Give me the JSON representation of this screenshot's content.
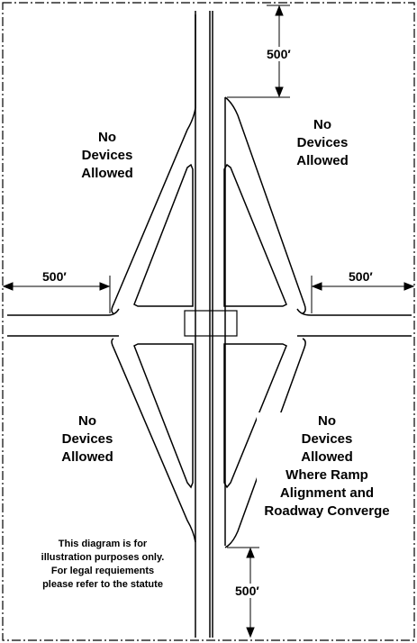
{
  "zones": {
    "top_left": [
      "No",
      "Devices",
      "Allowed"
    ],
    "top_right": [
      "No",
      "Devices",
      "Allowed"
    ],
    "bottom_left": [
      "No",
      "Devices",
      "Allowed"
    ],
    "bottom_right": [
      "No",
      "Devices",
      "Allowed",
      "Where Ramp",
      "Alignment and",
      "Roadway Converge"
    ]
  },
  "dimensions": {
    "top": "500′",
    "left": "500′",
    "right": "500′",
    "bottom": "500′"
  },
  "note": [
    "This diagram  is for",
    "illustration purposes only.",
    "For legal requiements",
    "please refer to the statute"
  ]
}
